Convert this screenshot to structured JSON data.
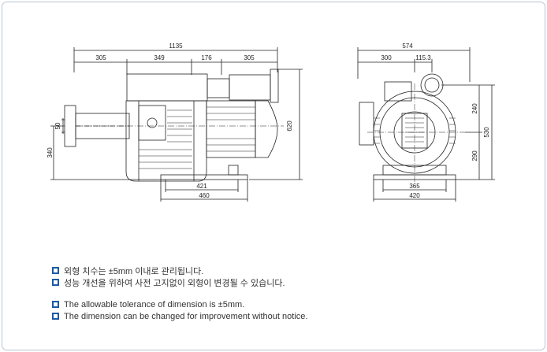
{
  "colors": {
    "frame": "#b9c6d6",
    "line": "#222222",
    "bullet": "#1a5aa8",
    "text": "#333333"
  },
  "front_view": {
    "overall_width": "1135",
    "segments": [
      "305",
      "349",
      "176",
      "305"
    ],
    "height_620": "620",
    "height_340": "340",
    "outlet_50": "50",
    "base_421": "421",
    "base_460": "460"
  },
  "side_view": {
    "overall_width": "574",
    "offset_300": "300",
    "offset_115": "115.3",
    "height_240": "240",
    "height_530": "530",
    "height_290": "290",
    "base_365": "365",
    "base_420": "420"
  },
  "notes": {
    "ko_1": "외형 치수는 ±5mm 이내로 관리됩니다.",
    "ko_2": "성능 개선을 위하여 사전 고지없이 외형이 변경될 수 있습니다.",
    "en_1": "The allowable tolerance of dimension is ±5mm.",
    "en_2": "The dimension can be changed for improvement without notice."
  }
}
